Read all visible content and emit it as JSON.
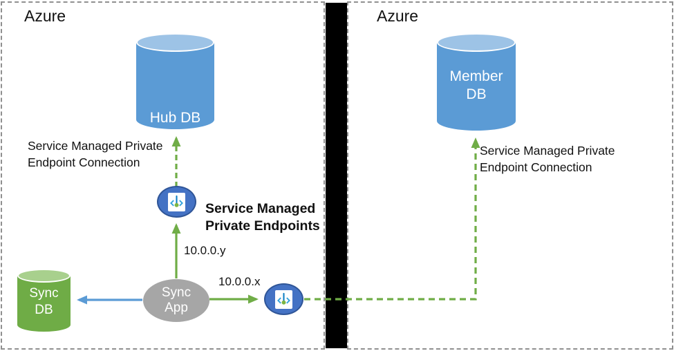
{
  "colors": {
    "db_blue": "#5B9BD5",
    "db_blue_top": "#9DC3E6",
    "db_green": "#6FAC46",
    "db_green_top": "#A8D08D",
    "app_gray": "#A6A6A6",
    "endpoint_ellipse_blue": "#4472C4",
    "endpoint_ellipse_border": "#2F5597",
    "connector_green": "#70AD47",
    "connector_blue": "#5B9BD5",
    "divider_black": "#000000",
    "zone_border_gray": "#8F8F8F",
    "text_black": "#1A1A1A",
    "shape_text_white": "#FFFFFF"
  },
  "left_zone": {
    "title": "Azure",
    "hub_db": {
      "label": "Hub DB",
      "lines": [
        "Hub DB"
      ]
    },
    "sync_db": {
      "label": "Sync DB",
      "lines": [
        "Sync",
        "DB"
      ]
    },
    "sync_app": {
      "label": "Sync App",
      "lines": [
        "Sync",
        "App"
      ]
    },
    "connection_label": {
      "lines": [
        "Service Managed Private",
        "Endpoint Connection"
      ]
    },
    "endpoints_label": {
      "lines": [
        "Service Managed",
        "Private Endpoints"
      ]
    },
    "ip_to_hub": "10.0.0.y",
    "ip_to_member": "10.0.0.x",
    "endpoint_icon": "private-endpoint-icon"
  },
  "right_zone": {
    "title": "Azure",
    "member_db": {
      "label": "Member DB",
      "lines": [
        "Member",
        "DB"
      ]
    },
    "connection_label": {
      "lines": [
        "Service Managed Private",
        "Endpoint Connection"
      ]
    }
  }
}
